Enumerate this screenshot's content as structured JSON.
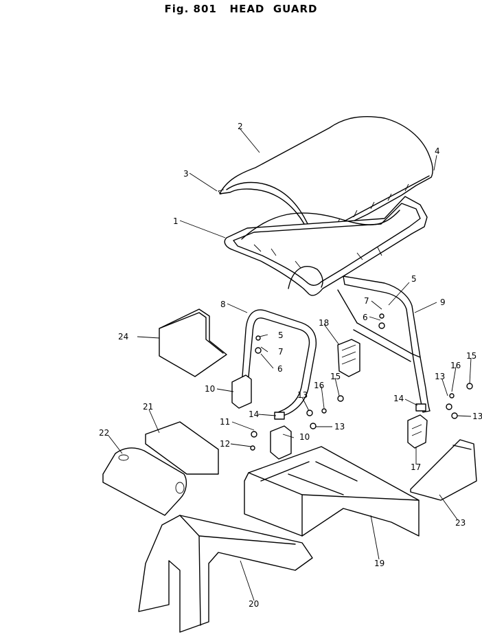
{
  "figure": {
    "title": "Fig. 801   HEAD  GUARD"
  },
  "callouts": [
    {
      "id": "c1",
      "label": "1"
    },
    {
      "id": "c2",
      "label": "2"
    },
    {
      "id": "c3",
      "label": "3"
    },
    {
      "id": "c4",
      "label": "4"
    },
    {
      "id": "c5a",
      "label": "5"
    },
    {
      "id": "c5b",
      "label": "5"
    },
    {
      "id": "c6a",
      "label": "6"
    },
    {
      "id": "c6b",
      "label": "6"
    },
    {
      "id": "c7a",
      "label": "7"
    },
    {
      "id": "c7b",
      "label": "7"
    },
    {
      "id": "c8",
      "label": "8"
    },
    {
      "id": "c9",
      "label": "9"
    },
    {
      "id": "c10a",
      "label": "10"
    },
    {
      "id": "c10b",
      "label": "10"
    },
    {
      "id": "c11",
      "label": "11"
    },
    {
      "id": "c12",
      "label": "12"
    },
    {
      "id": "c13a",
      "label": "13"
    },
    {
      "id": "c13b",
      "label": "13"
    },
    {
      "id": "c13c",
      "label": "13"
    },
    {
      "id": "c13d",
      "label": "13"
    },
    {
      "id": "c14a",
      "label": "14"
    },
    {
      "id": "c14b",
      "label": "14"
    },
    {
      "id": "c15a",
      "label": "15"
    },
    {
      "id": "c15b",
      "label": "15"
    },
    {
      "id": "c16a",
      "label": "16"
    },
    {
      "id": "c16b",
      "label": "16"
    },
    {
      "id": "c17",
      "label": "17"
    },
    {
      "id": "c18",
      "label": "18"
    },
    {
      "id": "c19",
      "label": "19"
    },
    {
      "id": "c20",
      "label": "20"
    },
    {
      "id": "c21",
      "label": "21"
    },
    {
      "id": "c22",
      "label": "22"
    },
    {
      "id": "c23",
      "label": "23"
    },
    {
      "id": "c24",
      "label": "24"
    }
  ]
}
